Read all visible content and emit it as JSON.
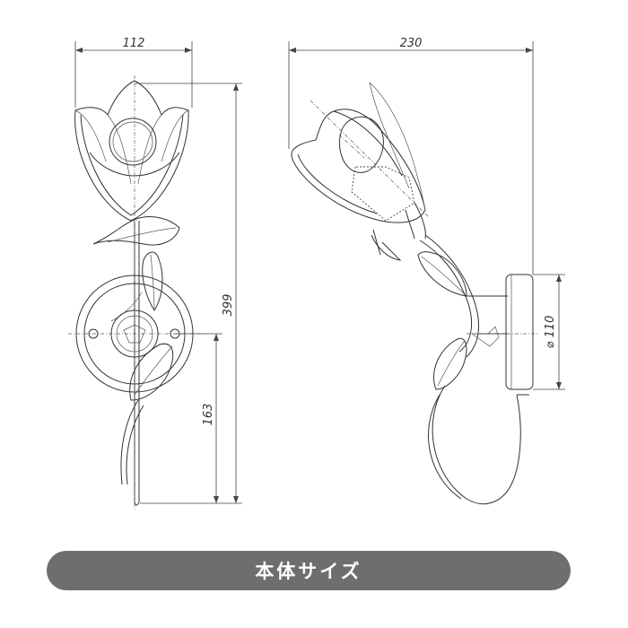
{
  "dimensions": {
    "front_width": "112",
    "front_height": "399",
    "mount_height": "163",
    "side_depth": "230",
    "base_diameter": "⌀ 110"
  },
  "caption": "本体サイズ",
  "colors": {
    "line": "#333333",
    "caption_background": "#6e6e6e",
    "caption_text": "#ffffff"
  }
}
